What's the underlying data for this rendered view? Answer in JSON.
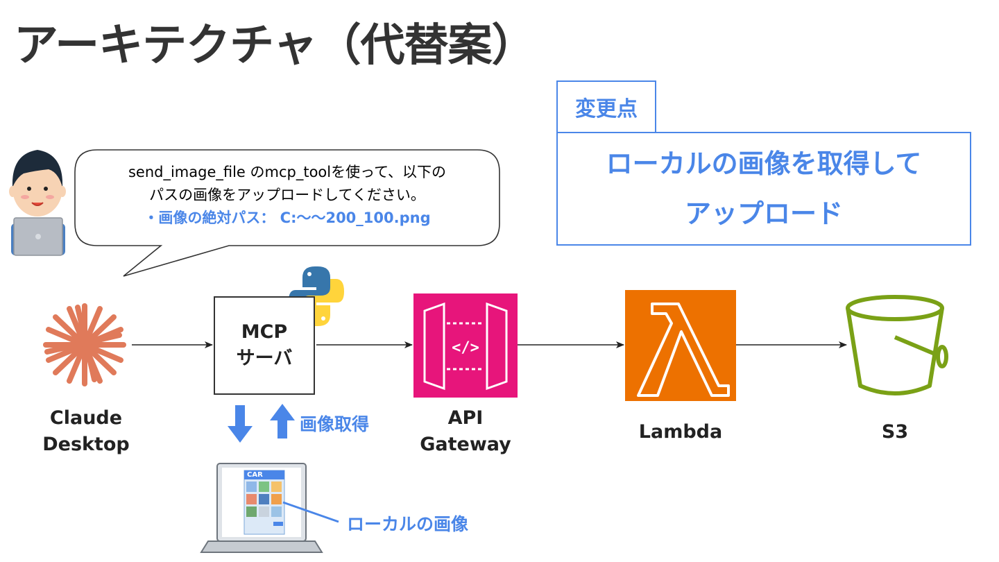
{
  "title": "アーキテクチャ（代替案）",
  "change": {
    "tab_label": "変更点",
    "line1": "ローカルの画像を取得して",
    "line2": "アップロード"
  },
  "bubble": {
    "line1": "send_image_file のmcp_toolを使って、以下の",
    "line2": "パスの画像をアップロードしてください。",
    "line3": "・画像の絶対パス：  C:～～200_100.png"
  },
  "nodes": {
    "claude": {
      "line1": "Claude",
      "line2": "Desktop"
    },
    "mcp": {
      "line1": "MCP",
      "line2": "サーバ"
    },
    "api": {
      "line1": "API",
      "line2": "Gateway"
    },
    "lambda": {
      "label": "Lambda"
    },
    "s3": {
      "label": "S3"
    }
  },
  "image_fetch_label": "画像取得",
  "local_image_label": "ローカルの画像",
  "laptop_screen_text": "CAR",
  "colors": {
    "accent": "#4a86e8",
    "claude": "#e07a5a",
    "api_gateway": "#e7157b",
    "lambda": "#ed7100",
    "s3": "#7aa116"
  }
}
